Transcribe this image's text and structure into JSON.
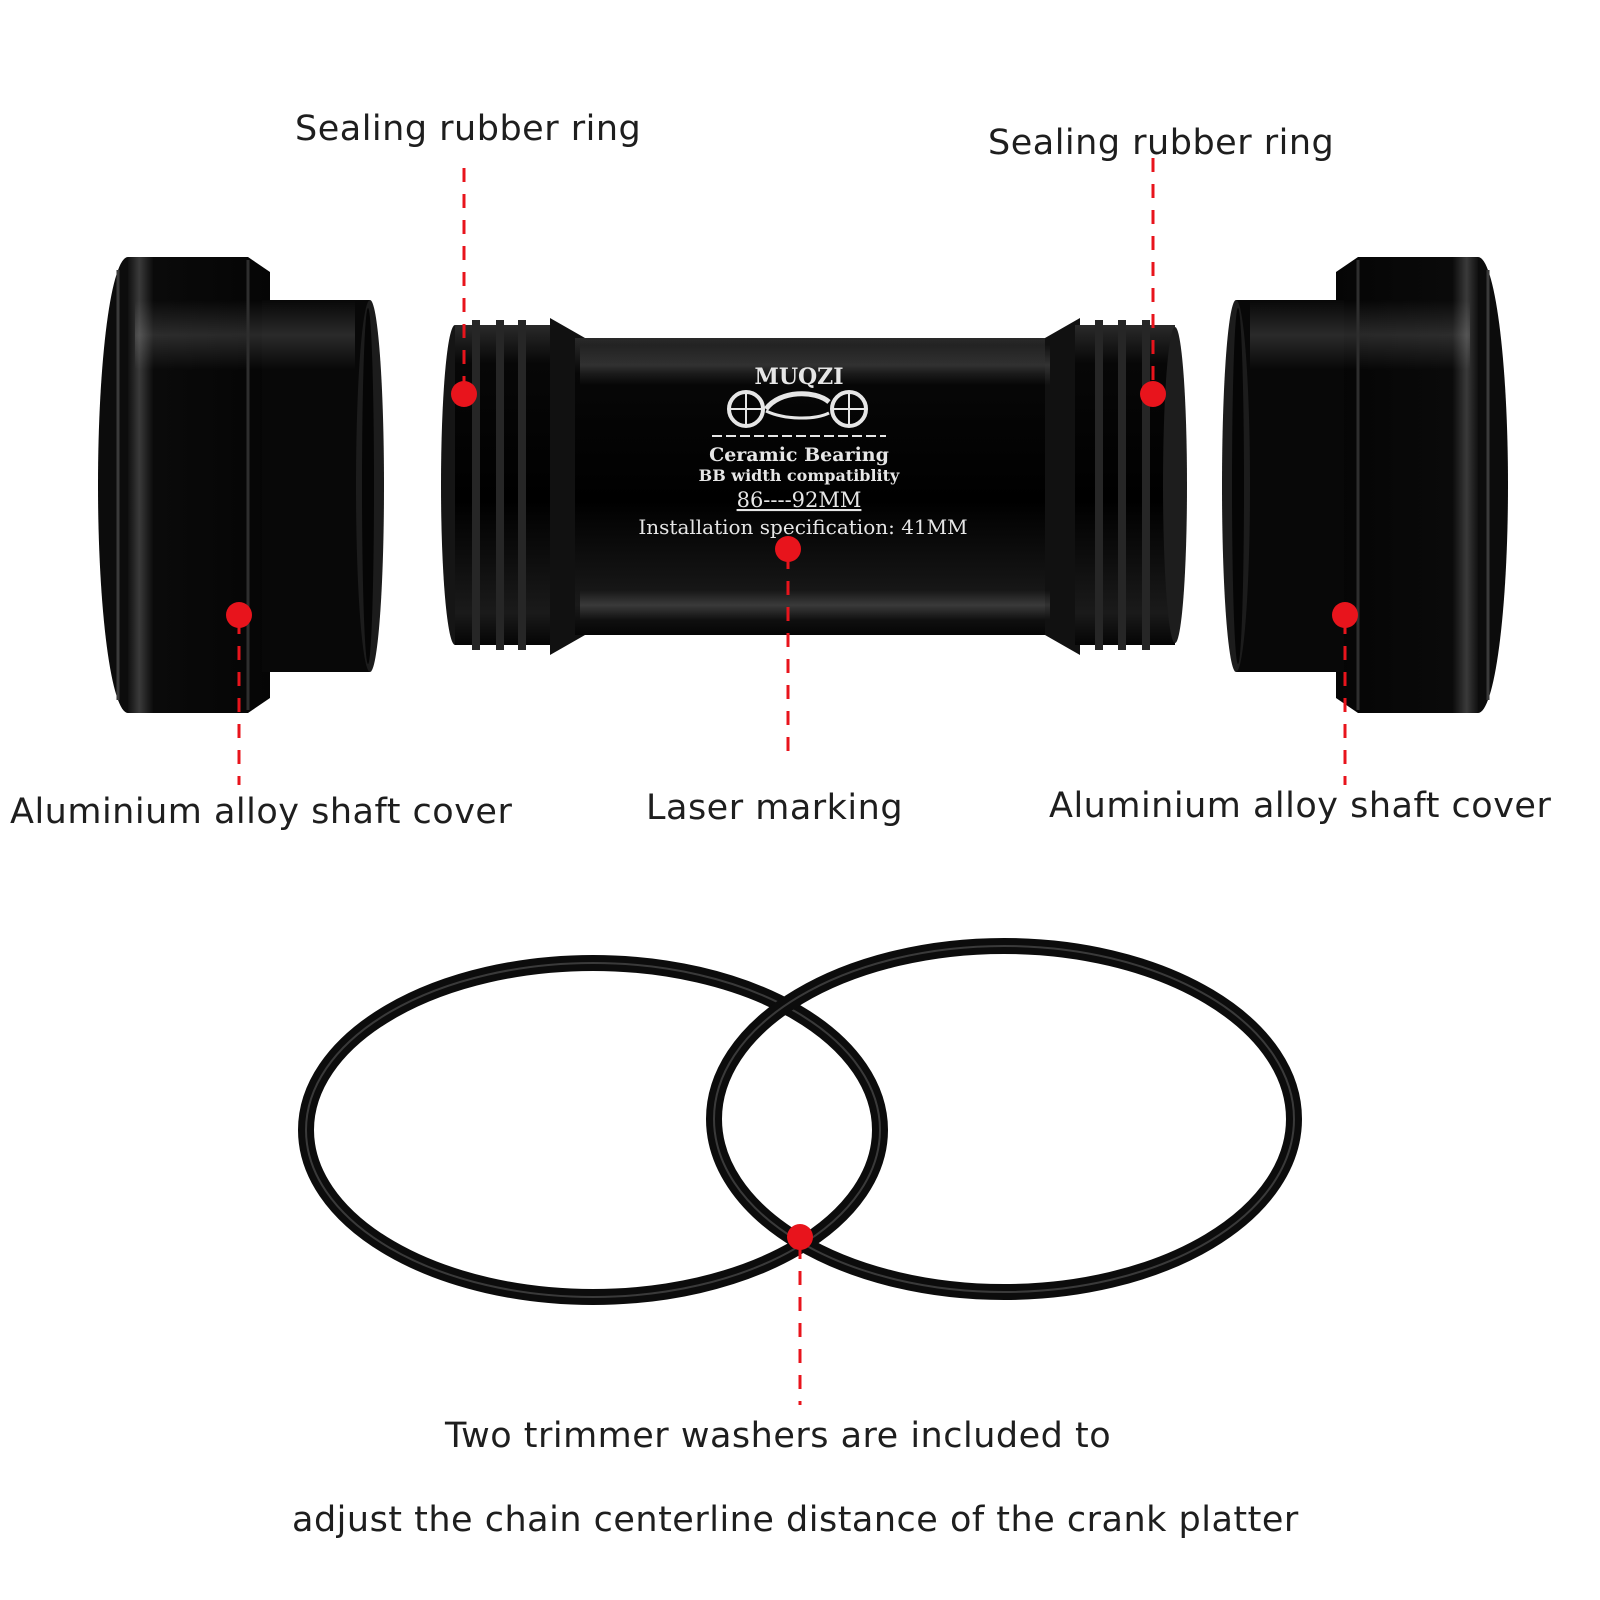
{
  "callouts": {
    "sealing_ring_left": "Sealing rubber ring",
    "sealing_ring_right": "Sealing rubber ring",
    "shaft_cover_left": "Aluminium alloy shaft cover",
    "laser_marking": "Laser marking",
    "shaft_cover_right": "Aluminium alloy shaft cover",
    "washers_line1": "Two trimmer washers are included to",
    "washers_line2": "adjust the chain centerline distance of the crank platter"
  },
  "product_marking": {
    "brand": "MUQZI",
    "line1": "Ceramic Bearing",
    "line2": "BB width compatiblity",
    "line3": "86----92MM",
    "line4": "Installation specification: 41MM"
  },
  "colors": {
    "marker": "#e8141c",
    "part": "#0b0b0b",
    "text": "#1e1e1e"
  }
}
